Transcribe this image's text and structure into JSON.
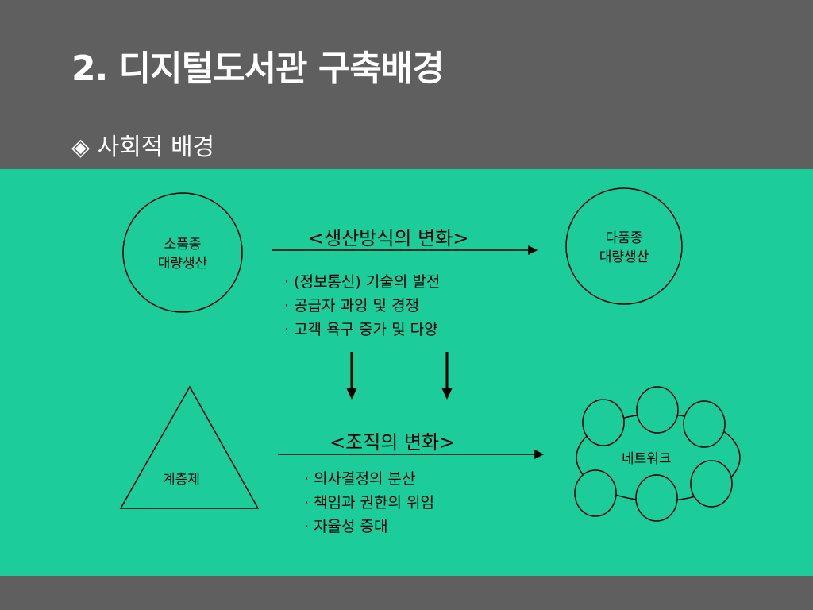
{
  "slide": {
    "title": "2. 디지털도서관 구축배경",
    "subtitle": "◈ 사회적 배경"
  },
  "production": {
    "heading": "<생산방식의 변화>",
    "from_label": [
      "소품종",
      "대량생산"
    ],
    "to_label": [
      "다품종",
      "대량생산"
    ],
    "bullets": [
      "· (정보통신) 기술의 발전",
      "·  공급자 과잉 및 경쟁",
      "·  고객 욕구 증가 및 다양"
    ]
  },
  "organization": {
    "heading": "<조직의 변화>",
    "from_label": "계층제",
    "to_label": "네트워크",
    "bullets": [
      "·  의사결정의 분산",
      "·  책임과 권한의 위임",
      "·  자율성 증대"
    ]
  },
  "colors": {
    "header_bg": "#5f5f5f",
    "panel_bg": "#1dcc9b",
    "text_light": "#ffffff",
    "text_dark": "#000000"
  }
}
